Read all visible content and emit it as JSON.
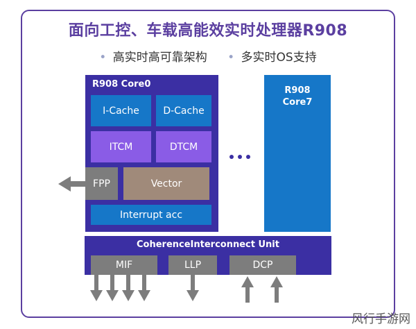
{
  "title": "面向工控、车载高能效实时处理器R908",
  "bullets": [
    "高实时高可靠架构",
    "多实时OS支持"
  ],
  "core0": {
    "label": "R908 Core0",
    "icache": "I-Cache",
    "dcache": "D-Cache",
    "itcm": "ITCM",
    "dtcm": "DTCM",
    "fpp": "FPP",
    "vector": "Vector",
    "interrupt": "Interrupt acc"
  },
  "core7": {
    "label_line1": "R908",
    "label_line2": "Core7"
  },
  "ellipsis": "•••",
  "interconnect": {
    "label": "CoherenceInterconnect  Unit",
    "ports": [
      "MIF",
      "LLP",
      "DCP"
    ]
  },
  "watermark": "风行手游网",
  "colors": {
    "frame": "#5b3fa0",
    "core_dark": "#3b2fa3",
    "cache_blue": "#1677c8",
    "tcm_violet": "#8a5ce6",
    "grey": "#7d7d7d",
    "vector_tan": "#a08a7a"
  }
}
